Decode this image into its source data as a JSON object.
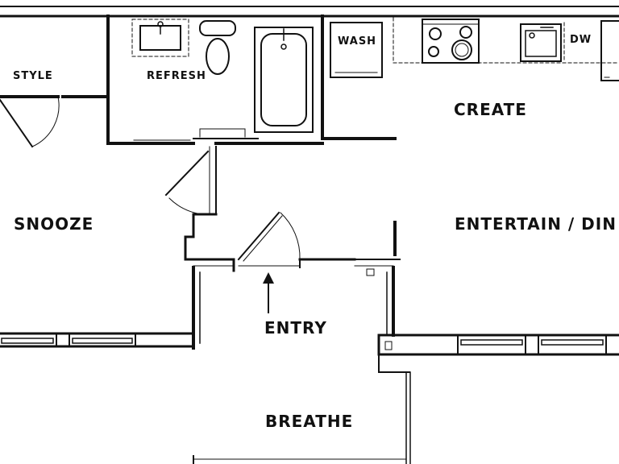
{
  "rooms": {
    "style": "STYLE",
    "refresh": "REFRESH",
    "wash": "WASH",
    "dw": "DW",
    "create": "CREATE",
    "snooze": "SNOOZE",
    "entertain": "ENTERTAIN / DIN",
    "entry": "ENTRY",
    "breathe": "BREATHE"
  }
}
